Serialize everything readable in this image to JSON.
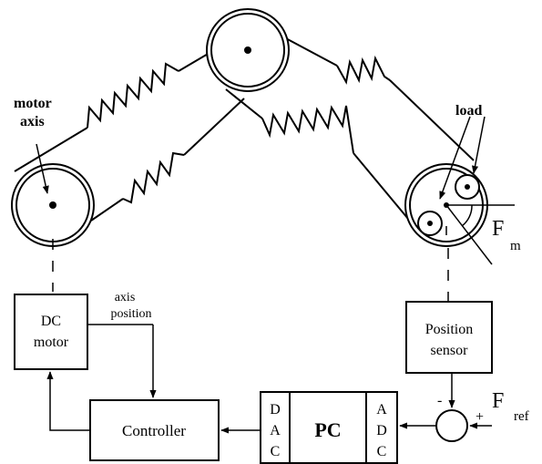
{
  "labels": {
    "motor_axis_line1": "motor",
    "motor_axis_line2": "axis",
    "load": "load",
    "f_m_main": "F",
    "f_m_sub": "m",
    "f_ref_main": "F",
    "f_ref_sub": "ref",
    "dc_motor_line1": "DC",
    "dc_motor_line2": "motor",
    "axis_position_line1": "axis",
    "axis_position_line2": "position",
    "position_sensor_line1": "Position",
    "position_sensor_line2": "sensor",
    "controller": "Controller",
    "pc": "PC",
    "dac": [
      "D",
      "A",
      "C"
    ],
    "adc": [
      "A",
      "D",
      "C"
    ],
    "minus": "-",
    "plus": "+"
  }
}
